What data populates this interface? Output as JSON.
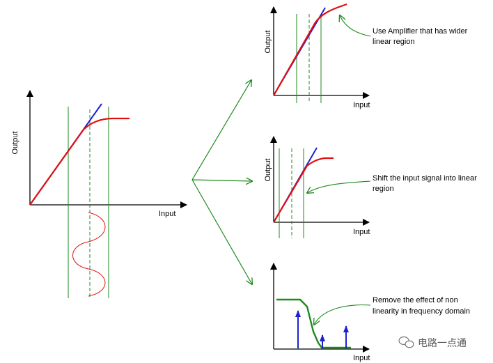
{
  "main_plot": {
    "ylabel": "Output",
    "xlabel": "Input"
  },
  "panel_top": {
    "ylabel": "Output",
    "xlabel": "Input",
    "note_line1": "Use Amplifier that has wider",
    "note_line2": "linear region"
  },
  "panel_middle": {
    "ylabel": "Output",
    "xlabel": "Input",
    "note_line1": "Shift the input signal into linear",
    "note_line2": "region"
  },
  "panel_bottom": {
    "xlabel": "Input",
    "note_line1": "Remove the effect of non",
    "note_line2": "linearity in frequency domain"
  },
  "watermark": {
    "text": "电路一点通"
  },
  "colors": {
    "linear": "#1f1fd0",
    "response": "#e01010",
    "guides": "#1e8a1e",
    "axes": "#000000"
  }
}
